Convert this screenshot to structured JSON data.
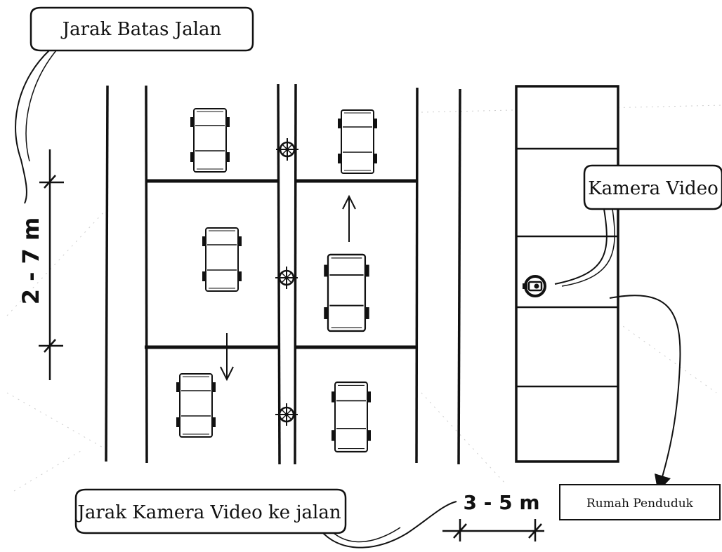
{
  "labels": {
    "road_boundary": "Jarak Batas Jalan",
    "video_camera": "Kamera Video",
    "camera_to_road": "Jarak Kamera Video ke jalan",
    "residents_house": "Rumah Penduduk"
  },
  "dimensions": {
    "vertical": "2 - 7 m",
    "horizontal": "3 - 5 m"
  }
}
